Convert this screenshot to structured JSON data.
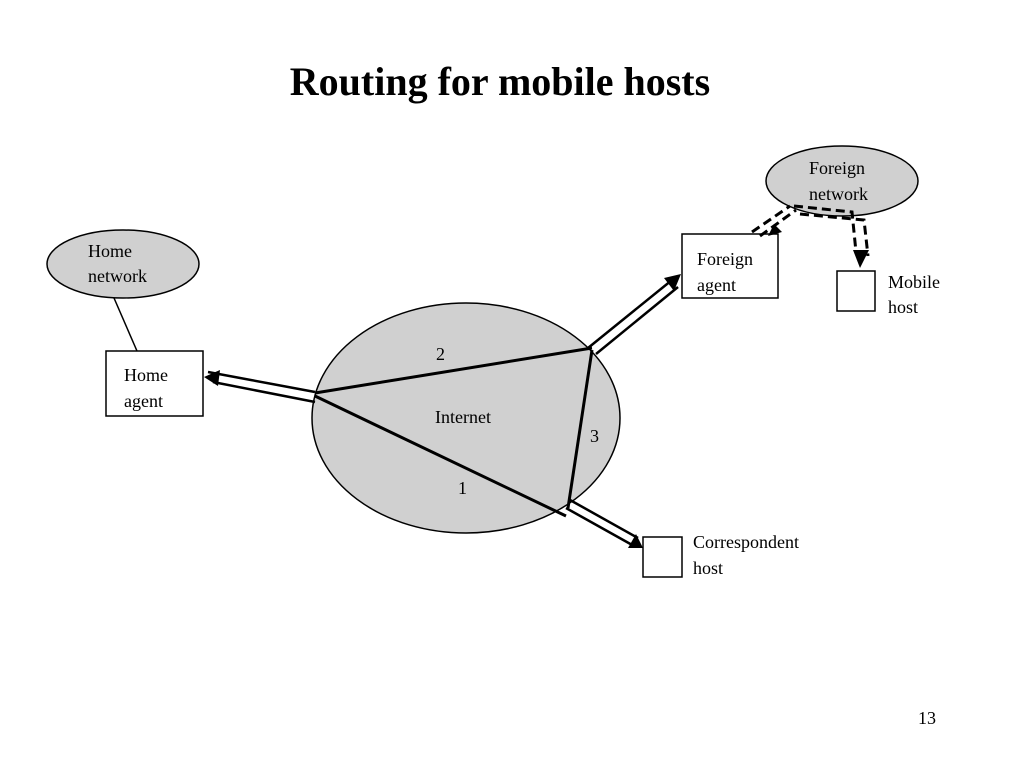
{
  "slide": {
    "title": "Routing for mobile hosts",
    "page_number": "13"
  },
  "diagram": {
    "home_network": [
      "Home",
      "network"
    ],
    "foreign_network": [
      "Foreign",
      "network"
    ],
    "internet": "Internet",
    "home_agent": [
      "Home",
      "agent"
    ],
    "foreign_agent": [
      "Foreign",
      "agent"
    ],
    "mobile_host": [
      "Mobile",
      "host"
    ],
    "correspondent_host": [
      "Correspondent",
      "host"
    ],
    "path_labels": {
      "step1": "1",
      "step2": "2",
      "step3": "3"
    }
  },
  "colors": {
    "cloud_fill": "#d0d0d0",
    "stroke": "#000000",
    "background": "#ffffff"
  }
}
